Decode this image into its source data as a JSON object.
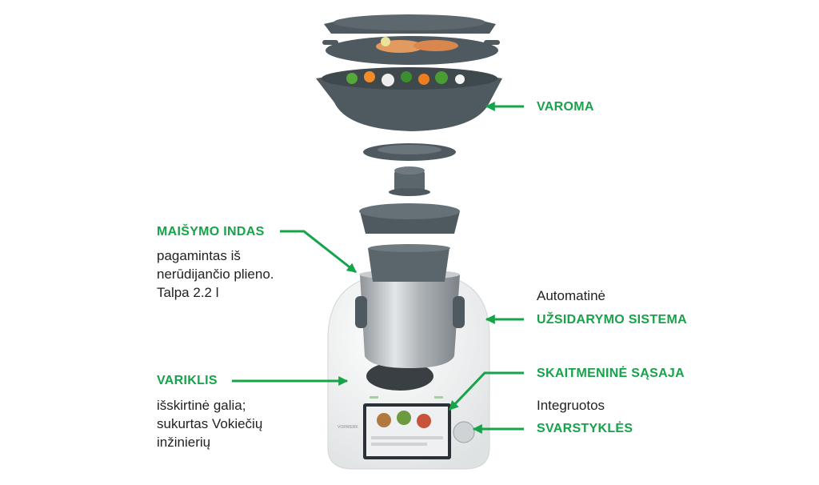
{
  "colors": {
    "accent": "#16a34a",
    "text": "#222222",
    "part_dark": "#4f5a60",
    "body_white": "#f1f2f2",
    "steel": "#b9bec2"
  },
  "callouts": {
    "varoma": {
      "title": "VAROMA"
    },
    "mixing_bowl": {
      "title": "MAIŠYMO INDAS",
      "lines": [
        "pagamintas iš",
        "nerūdijančio plieno.",
        "Talpa 2.2 l"
      ]
    },
    "motor": {
      "title": "VARIKLIS",
      "lines": [
        "išskirtinė galia;",
        "sukurtas Vokiečių",
        "inžinierių"
      ]
    },
    "closing_system": {
      "pre": "Automatinė",
      "title": "UŽSIDARYMO SISTEMA"
    },
    "digital_interface": {
      "title": "SKAITMENINĖ SĄSAJA"
    },
    "scales": {
      "pre": "Integruotos",
      "title": "SVARSTYKLĖS"
    }
  }
}
